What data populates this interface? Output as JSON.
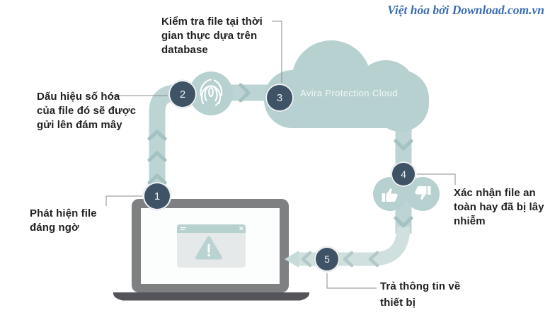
{
  "watermark": {
    "text": "Việt hóa bởi Download.com.vn",
    "color": "#3a6db3"
  },
  "cloud": {
    "label": "Avira Protection Cloud",
    "color": "#b7d1d0"
  },
  "steps": [
    {
      "num": "1",
      "lines": [
        "Phát hiện file",
        "đáng ngờ"
      ]
    },
    {
      "num": "2",
      "lines": [
        "Dấu hiệu số hóa",
        "của file đó sẽ được",
        "gửi lên đám mây"
      ]
    },
    {
      "num": "3",
      "lines": [
        "Kiểm tra file tại thời",
        "gian thực dựa trên",
        "database"
      ]
    },
    {
      "num": "4",
      "lines": [
        "Xác nhận file an",
        "toàn hay đã bị lây",
        "nhiễm"
      ]
    },
    {
      "num": "5",
      "lines": [
        "Trả thông tin về",
        "thiết bị"
      ]
    }
  ],
  "icons": {
    "fingerprint": "fingerprint-icon",
    "thumbs_up": "thumbs-up-icon",
    "thumbs_down": "thumbs-down-icon",
    "warning": "warning-triangle-icon",
    "close": "close-icon",
    "window_menu": "menu-lines-icon",
    "arrow_left": "arrow-left-icon"
  },
  "colors": {
    "path": "#bcd4d3",
    "path_light": "#cfe0df",
    "chevron": "#a3c2c1",
    "chevron_light": "#b3c9c8",
    "step_circle": "#3f5366",
    "cloud": "#b7d1d0",
    "text": "#222222",
    "watermark_blue": "#3a6db3",
    "laptop_frame": "#7e8082",
    "laptop_base": "#54555a",
    "dialog_body": "#e6e9e9",
    "dialog_titlebar": "#b7d1d0",
    "connector_line": "#8c8c8c"
  }
}
